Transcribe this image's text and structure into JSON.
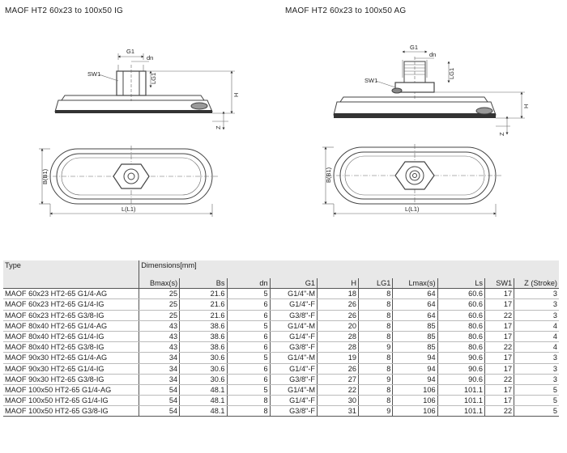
{
  "titles": {
    "left": "MAOF HT2 60x23 to 100x50 IG",
    "right": "MAOF HT2 60x23 to 100x50 AG"
  },
  "drawing_labels": {
    "g1": "G1",
    "dn": "dn",
    "sw1": "SW1",
    "lg1": "LG1",
    "h": "H",
    "z": "Z",
    "b": "B(B1)",
    "l": "L(L1)"
  },
  "table": {
    "type_header": "Type",
    "dimensions_header": "Dimensions[mm]",
    "columns": [
      "Bmax(s)",
      "Bs",
      "dn",
      "G1",
      "H",
      "LG1",
      "Lmax(s)",
      "Ls",
      "SW1",
      "Z (Stroke)"
    ],
    "rows": [
      [
        "MAOF 60x23 HT2-65 G1/4-AG",
        "25",
        "21.6",
        "5",
        "G1/4\"-M",
        "18",
        "8",
        "64",
        "60.6",
        "17",
        "3"
      ],
      [
        "MAOF 60x23 HT2-65 G1/4-IG",
        "25",
        "21.6",
        "6",
        "G1/4\"-F",
        "26",
        "8",
        "64",
        "60.6",
        "17",
        "3"
      ],
      [
        "MAOF 60x23 HT2-65 G3/8-IG",
        "25",
        "21.6",
        "6",
        "G3/8\"-F",
        "26",
        "8",
        "64",
        "60.6",
        "22",
        "3"
      ],
      [
        "MAOF 80x40 HT2-65 G1/4-AG",
        "43",
        "38.6",
        "5",
        "G1/4\"-M",
        "20",
        "8",
        "85",
        "80.6",
        "17",
        "4"
      ],
      [
        "MAOF 80x40 HT2-65 G1/4-IG",
        "43",
        "38.6",
        "6",
        "G1/4\"-F",
        "28",
        "8",
        "85",
        "80.6",
        "17",
        "4"
      ],
      [
        "MAOF 80x40 HT2-65 G3/8-IG",
        "43",
        "38.6",
        "6",
        "G3/8\"-F",
        "28",
        "9",
        "85",
        "80.6",
        "22",
        "4"
      ],
      [
        "MAOF 90x30 HT2-65 G1/4-AG",
        "34",
        "30.6",
        "5",
        "G1/4\"-M",
        "19",
        "8",
        "94",
        "90.6",
        "17",
        "3"
      ],
      [
        "MAOF 90x30 HT2-65 G1/4-IG",
        "34",
        "30.6",
        "6",
        "G1/4\"-F",
        "26",
        "8",
        "94",
        "90.6",
        "17",
        "3"
      ],
      [
        "MAOF 90x30 HT2-65 G3/8-IG",
        "34",
        "30.6",
        "6",
        "G3/8\"-F",
        "27",
        "9",
        "94",
        "90.6",
        "22",
        "3"
      ],
      [
        "MAOF 100x50 HT2-65 G1/4-AG",
        "54",
        "48.1",
        "5",
        "G1/4\"-M",
        "22",
        "8",
        "106",
        "101.1",
        "17",
        "5"
      ],
      [
        "MAOF 100x50 HT2-65 G1/4-IG",
        "54",
        "48.1",
        "8",
        "G1/4\"-F",
        "30",
        "8",
        "106",
        "101.1",
        "17",
        "5"
      ],
      [
        "MAOF 100x50 HT2-65 G3/8-IG",
        "54",
        "48.1",
        "8",
        "G3/8\"-F",
        "31",
        "9",
        "106",
        "101.1",
        "22",
        "5"
      ]
    ]
  }
}
